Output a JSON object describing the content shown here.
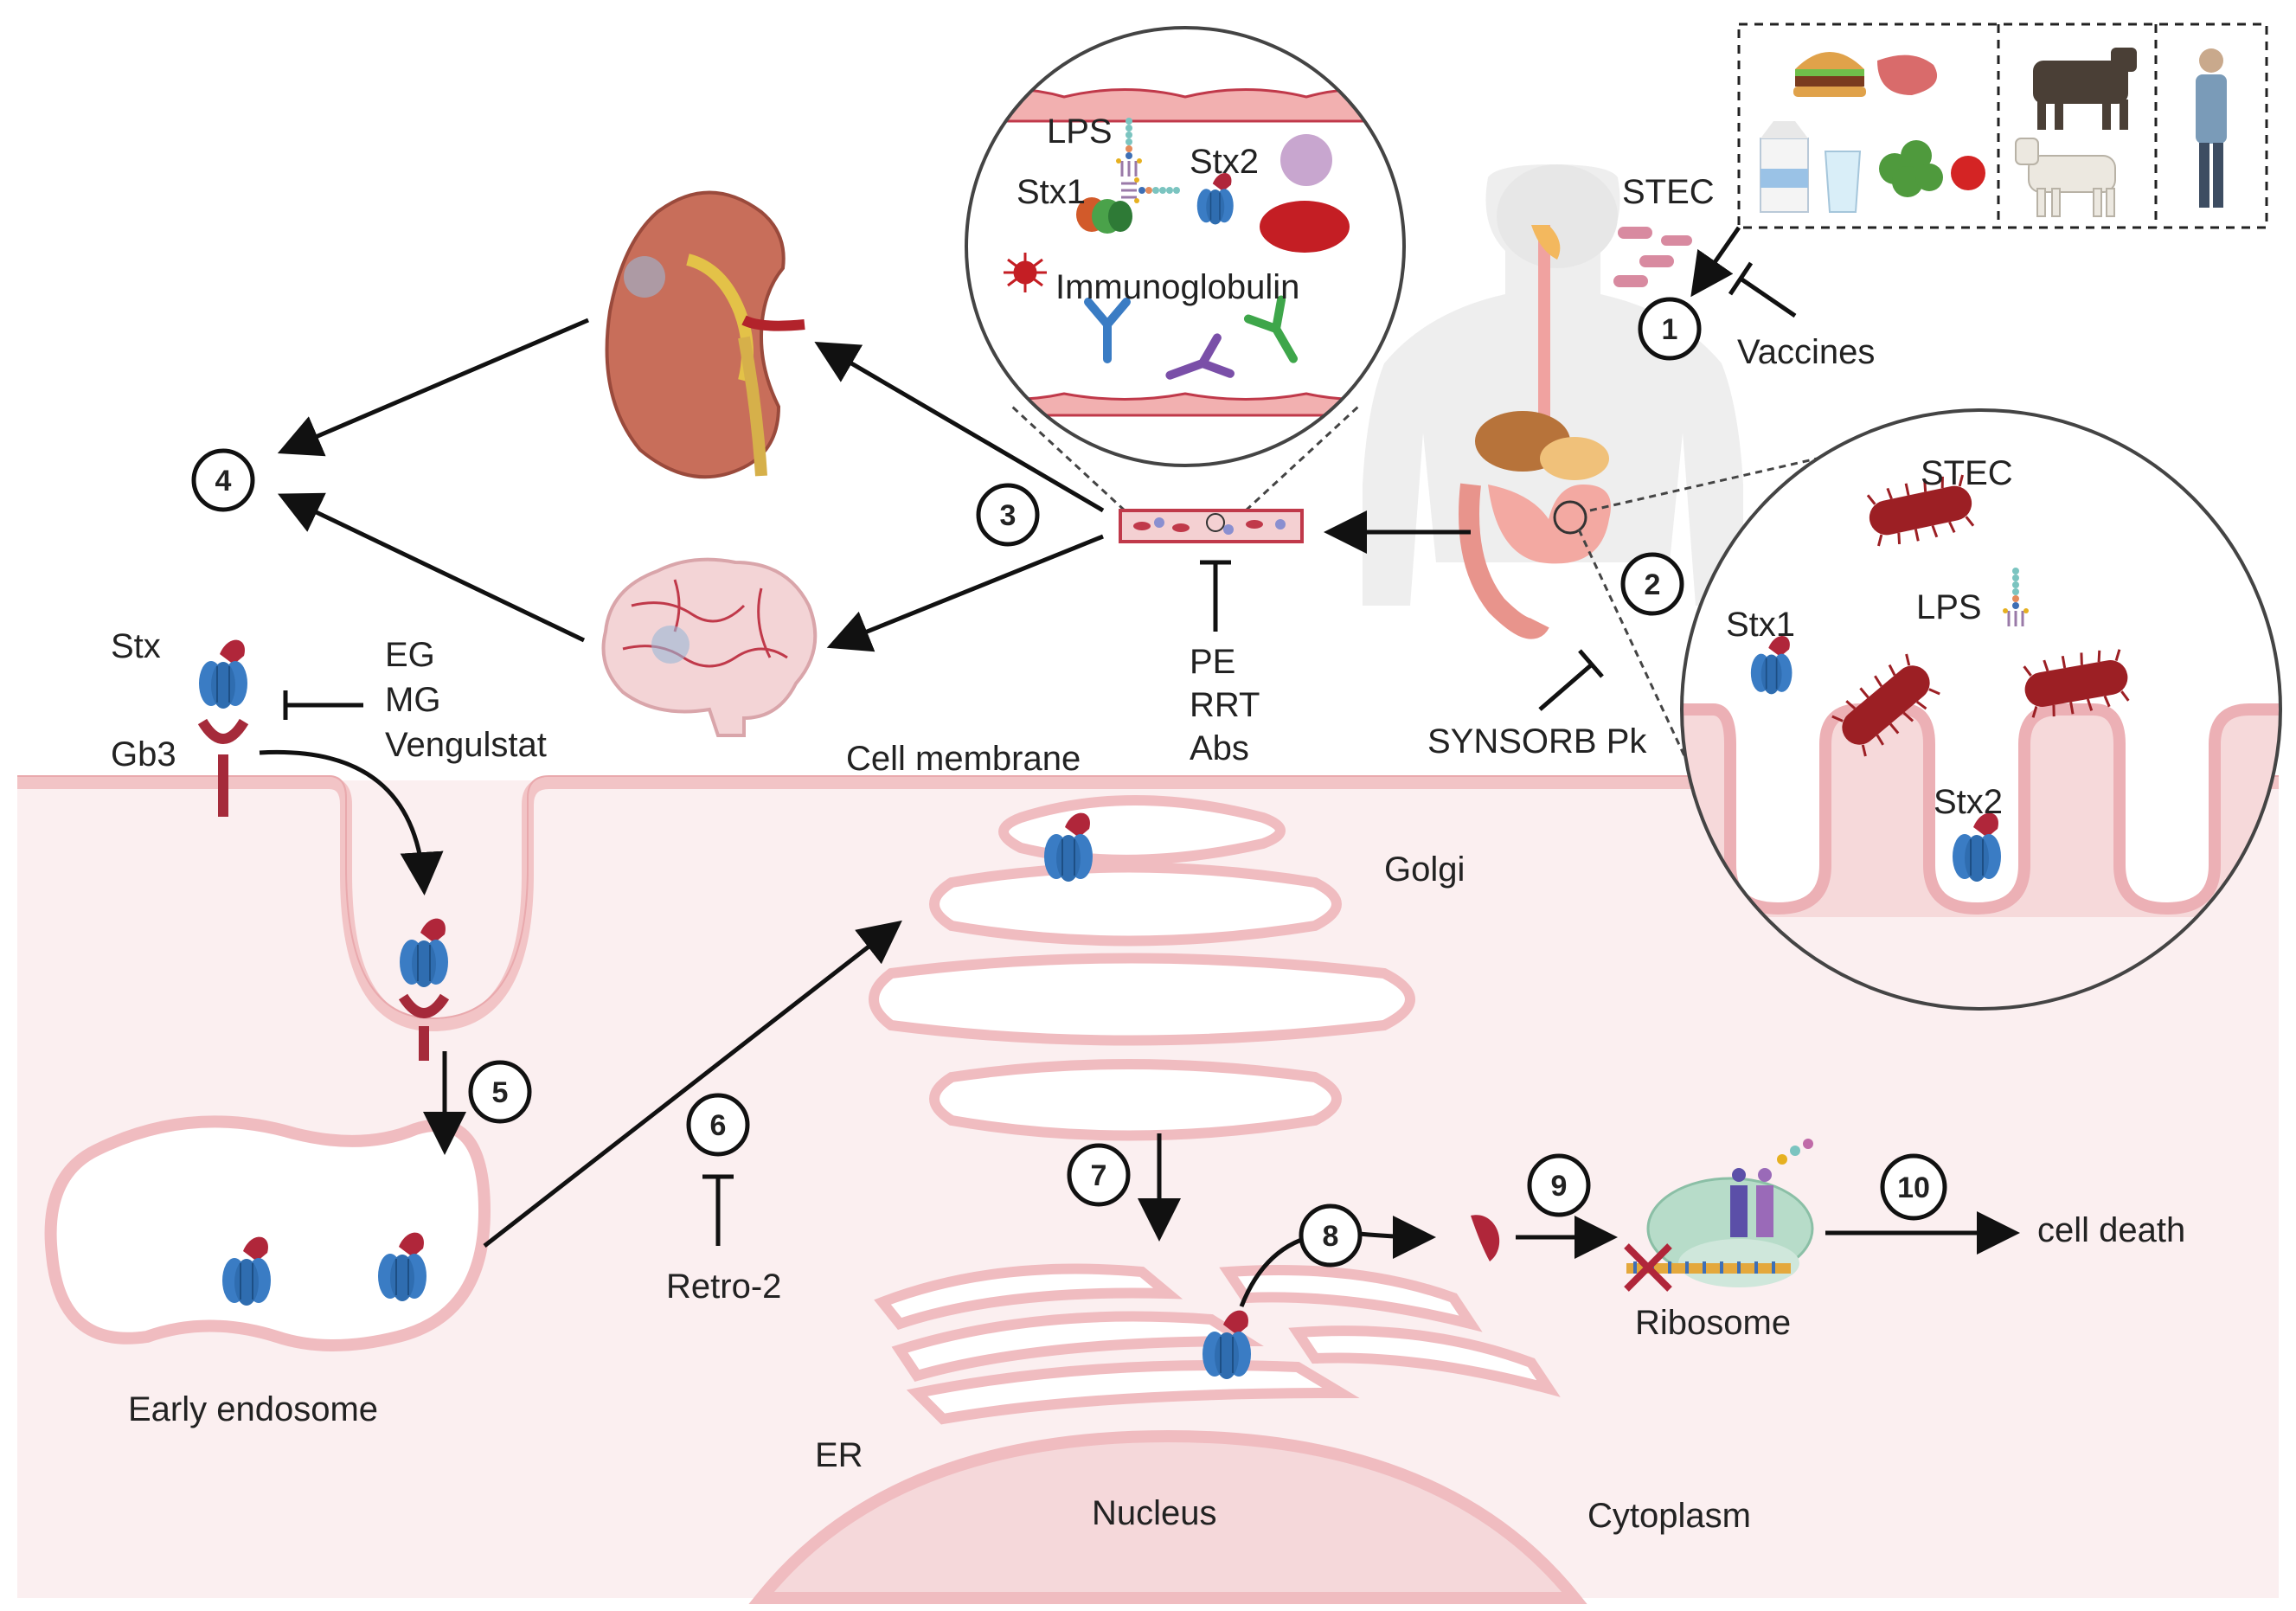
{
  "labels": {
    "stec_top": "STEC",
    "vaccines": "Vaccines",
    "lps_vessel": "LPS",
    "stx1_vessel": "Stx1",
    "stx2_vessel": "Stx2",
    "immunoglobulin": "Immunoglobulin",
    "stec_gut": "STEC",
    "lps_gut": "LPS",
    "stx1_gut": "Stx1",
    "stx2_gut": "Stx2",
    "synsorb": "SYNSORB Pk",
    "pe": "PE",
    "rrt": "RRT",
    "abs": "Abs",
    "stx": "Stx",
    "gb3": "Gb3",
    "eg": "EG",
    "mg": "MG",
    "vengulstat": "Vengulstat",
    "cell_membrane": "Cell membrane",
    "golgi": "Golgi",
    "early_endosome": "Early endosome",
    "retro2": "Retro-2",
    "er": "ER",
    "nucleus": "Nucleus",
    "cytoplasm": "Cytoplasm",
    "ribosome": "Ribosome",
    "cell_death": "cell death"
  },
  "steps": [
    "1",
    "2",
    "3",
    "4",
    "5",
    "6",
    "7",
    "8",
    "9",
    "10"
  ],
  "colors": {
    "stx_blue": "#3a7cc4",
    "stx_red": "#b0263a",
    "gb3_red": "#a52a3a",
    "membrane_pink": "#f2c4c6",
    "cytoplasm_bg": "#fbeff0",
    "bacteria": "#9c1f24",
    "vessel": "#c0394a"
  }
}
